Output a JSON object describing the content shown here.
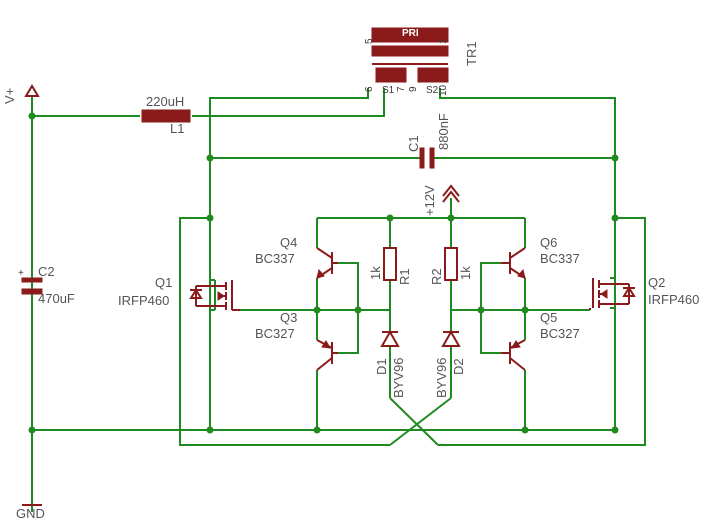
{
  "labels": {
    "vplus": "V+",
    "gnd": "GND",
    "v12": "+12V",
    "l1_value": "220uH",
    "l1_name": "L1",
    "c1_name": "C1",
    "c1_value": "880nF",
    "c2_name": "C2",
    "c2_value": "470uF",
    "tr1_name": "TR1",
    "tr1_pri": "PRI",
    "tr1_s1": "S1",
    "tr1_s2": "S2",
    "pin5": "5",
    "pin1": "1",
    "pin6": "6",
    "pin7": "7",
    "pin9": "9",
    "pin10": "10",
    "q1_name": "Q1",
    "q1_part": "IRFP460",
    "q2_name": "Q2",
    "q2_part": "IRFP460",
    "q3_name": "Q3",
    "q3_part": "BC327",
    "q4_name": "Q4",
    "q4_part": "BC337",
    "q5_name": "Q5",
    "q5_part": "BC327",
    "q6_name": "Q6",
    "q6_part": "BC337",
    "r1_name": "R1",
    "r1_value": "1k",
    "r2_name": "R2",
    "r2_value": "1k",
    "d1_name": "D1",
    "d1_part": "BYV96",
    "d2_name": "D2",
    "d2_part": "BYV96"
  },
  "colors": {
    "wire": "#1f8a1f",
    "component": "#8b1a1a",
    "label": "#555555"
  }
}
